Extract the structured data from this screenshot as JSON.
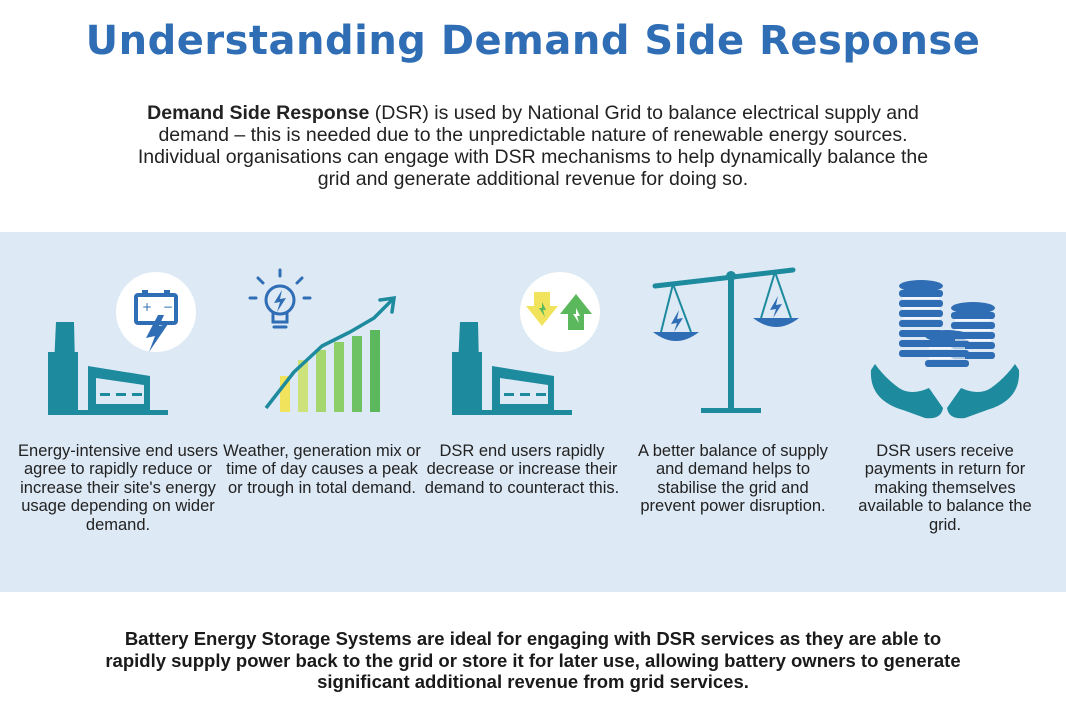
{
  "title": "Understanding Demand Side Response",
  "intro": {
    "term": "Demand Side Response",
    "text": " (DSR) is used by National Grid to balance electrical supply and demand – this is needed due to the unpredictable nature of renewable energy sources. Individual organisations can engage with DSR mechanisms to help dynamically balance the grid and generate additional revenue for doing so."
  },
  "steps": [
    {
      "icon": "factory-battery-icon",
      "caption": "Energy-intensive end users agree to rapidly reduce or increase their site's energy usage depending on wider demand."
    },
    {
      "icon": "demand-peak-chart-icon",
      "caption": "Weather, generation mix or time of day causes a peak or trough in total demand."
    },
    {
      "icon": "factory-arrows-icon",
      "caption": "DSR end users rapidly decrease or increase their demand to counteract this."
    },
    {
      "icon": "balance-scale-icon",
      "caption": "A better balance of supply and demand helps to stabilise the grid and prevent power disruption."
    },
    {
      "icon": "coins-hands-icon",
      "caption": "DSR users receive payments in return for making themselves available to balance the grid."
    }
  ],
  "footer": "Battery Energy Storage Systems are ideal for engaging with DSR services as they are able to rapidly supply power back to the grid or store it for later use, allowing battery owners to generate significant additional revenue from grid services.",
  "colors": {
    "title": "#2f6db5",
    "band": "#dde9f5",
    "teal": "#1d8a9e",
    "blue": "#2f6db5",
    "green": "#5cb85c",
    "yellow": "#f2e35c"
  }
}
